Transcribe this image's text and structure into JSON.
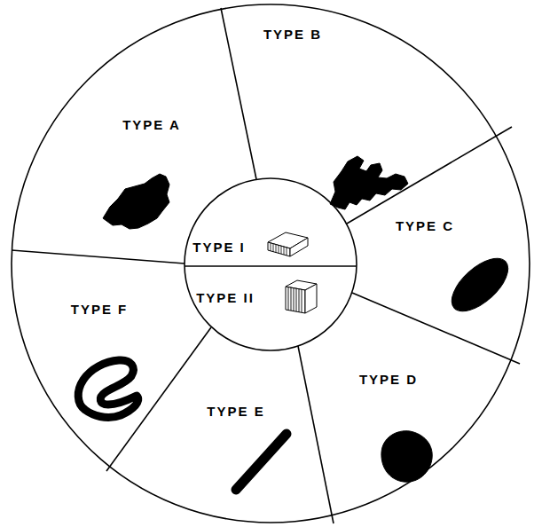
{
  "diagram": {
    "nodes": [
      {
        "text": [
          "TYPE A"
        ]
      },
      {
        "text": [
          "TYPE B"
        ]
      },
      {
        "text": [
          "TYPE C"
        ]
      },
      {
        "text": [
          "TYPE D"
        ]
      },
      {
        "text": [
          "TYPE E"
        ]
      },
      {
        "text": [
          "TYPE F"
        ]
      },
      {
        "text": [
          "TYPE I"
        ]
      },
      {
        "text": [
          "TYPE II"
        ]
      }
    ]
  }
}
